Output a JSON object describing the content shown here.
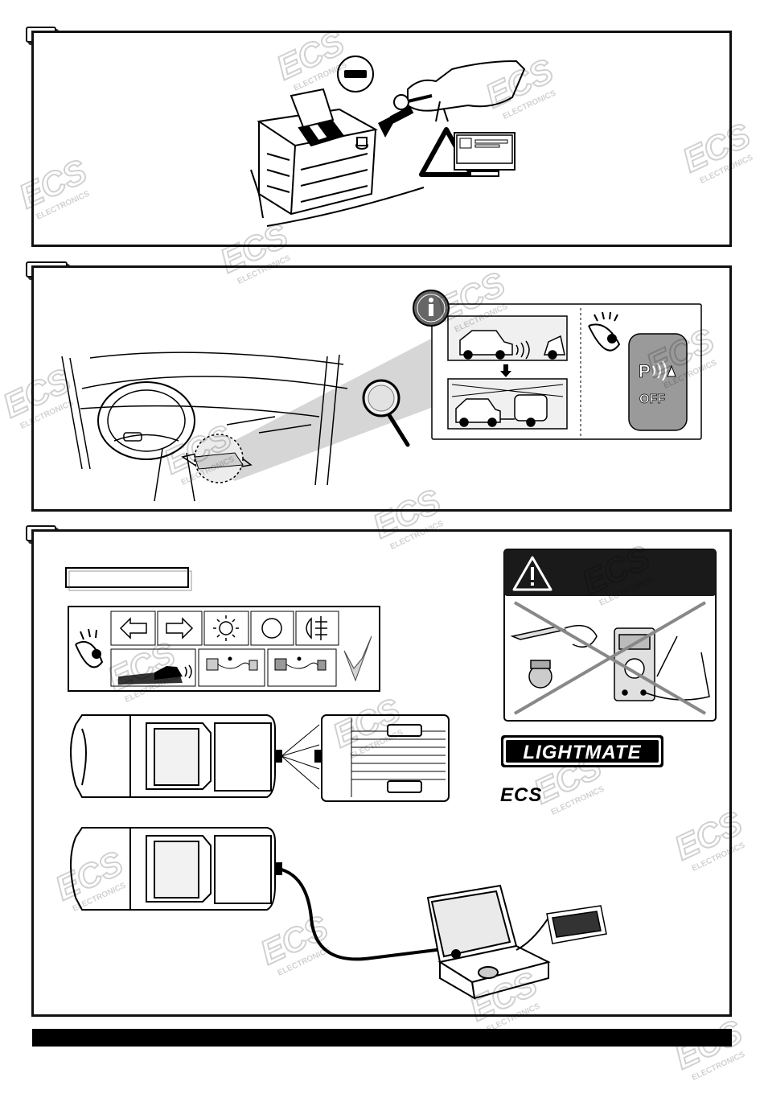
{
  "brand": {
    "lightmate_logo": "LIGHTMATE",
    "ecs_logo": "ECS",
    "watermark_main": "ECS",
    "watermark_sub": "ELECTRONICS"
  },
  "panel2": {
    "button_label": "OFF"
  },
  "icons": {
    "battery_minus": "minus-icon",
    "warning": "warning-triangle-icon",
    "info": "info-icon",
    "eye": "eye-icon",
    "park_sensor": "park-sensor-icon"
  },
  "colors": {
    "frame": "#111111",
    "gray_button": "#9a9a9a",
    "info_badge": "#666666",
    "header_dark": "#1a1a1a"
  }
}
